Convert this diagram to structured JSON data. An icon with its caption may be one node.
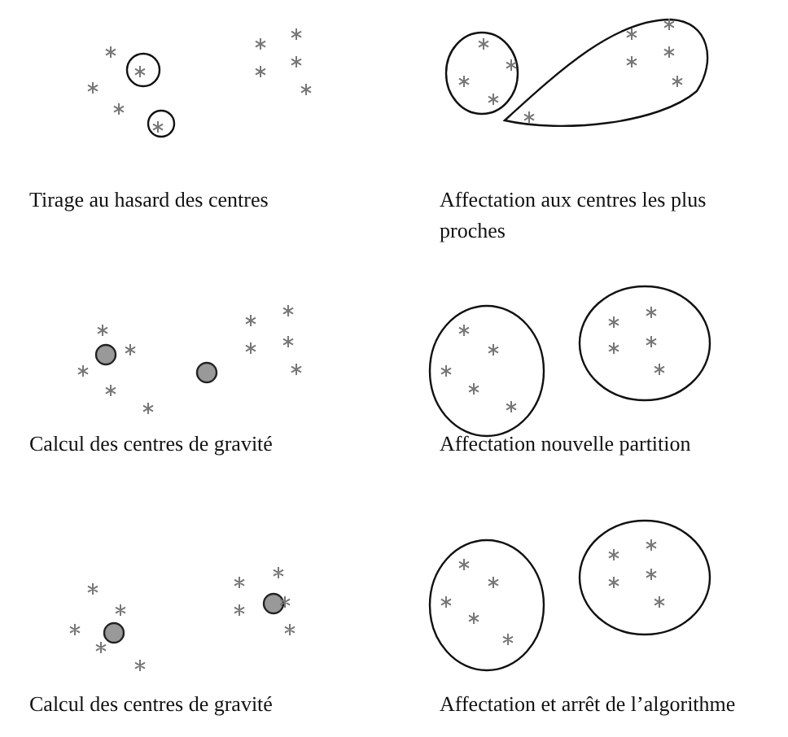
{
  "diagram": {
    "labels": [
      "Tirage au hasard des centres",
      "Affectation aux centres les plus proches",
      "Calcul des centres de gravité",
      "Affectation nouvelle partition",
      "Calcul des centres de gravité",
      "Affectation et arrêt de l’algorithme"
    ]
  }
}
